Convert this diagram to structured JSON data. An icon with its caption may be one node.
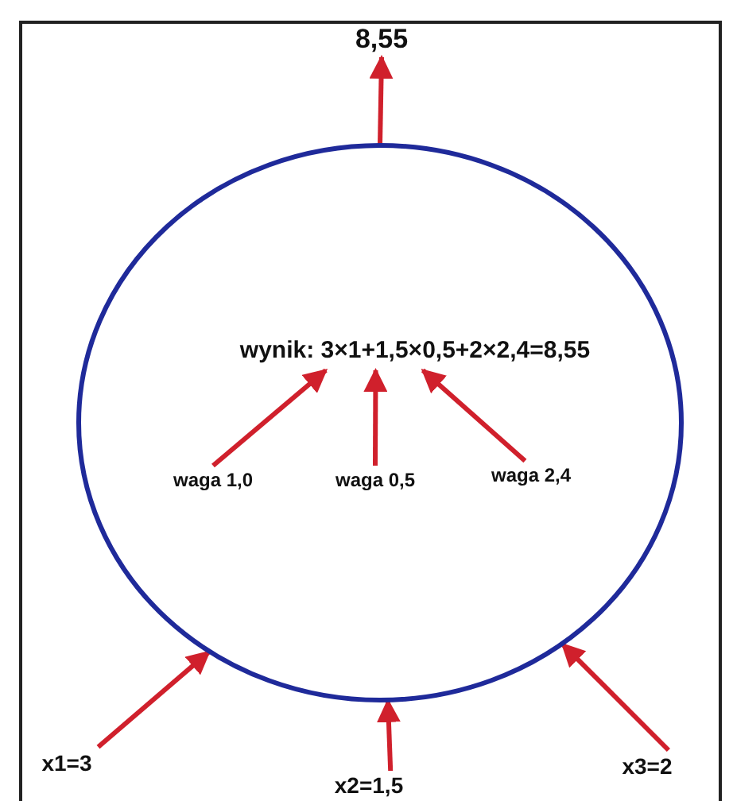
{
  "diagram": {
    "nodes": [
      {
        "text": [
          "8,55"
        ]
      },
      {
        "text": [],
        "shape": "circle"
      },
      {
        "text": [
          "wynik: 3×1+1,5×0,5+2×2,4=8,55"
        ],
        "in": 1
      },
      {
        "text": [
          "waga 1,0"
        ],
        "in": 1
      },
      {
        "text": [
          "waga 0,5"
        ],
        "in": 1
      },
      {
        "text": [
          "waga 2,4"
        ],
        "in": 1
      },
      {
        "text": [
          "x1=3"
        ]
      },
      {
        "text": [
          "x2=1,5"
        ]
      },
      {
        "text": [
          "x3=2"
        ]
      }
    ],
    "edges": [
      {
        "from": 1,
        "to": 0,
        "arrow": "to"
      },
      {
        "from": 3,
        "to": 2,
        "arrow": "to"
      },
      {
        "from": 4,
        "to": 2,
        "arrow": "to"
      },
      {
        "from": 5,
        "to": 2,
        "arrow": "to"
      },
      {
        "from": 6,
        "to": 1,
        "arrow": "to"
      },
      {
        "from": 7,
        "to": 1,
        "arrow": "to"
      },
      {
        "from": 8,
        "to": 1,
        "arrow": "to"
      }
    ]
  }
}
